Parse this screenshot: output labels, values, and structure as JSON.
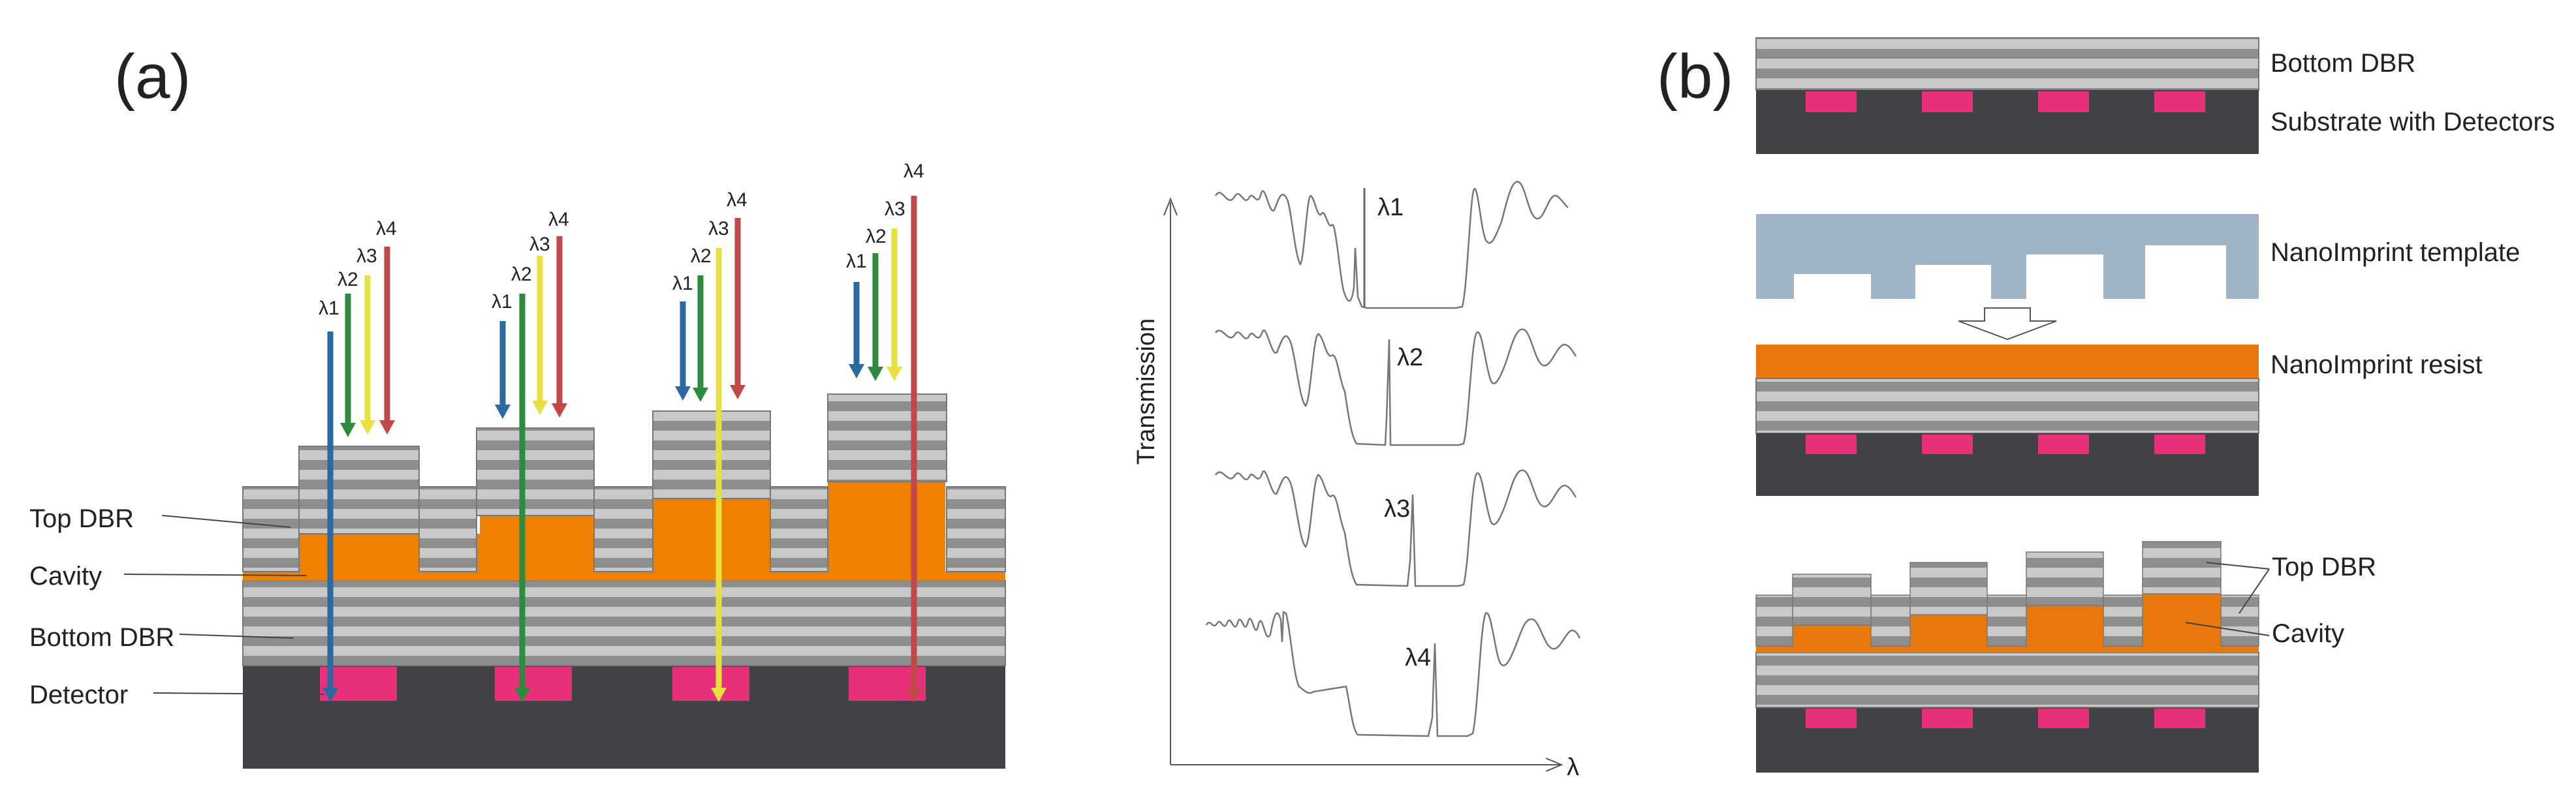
{
  "panel_a": {
    "label": "(a)",
    "callouts": [
      "Top DBR",
      "Cavity",
      "Bottom DBR",
      "Detector"
    ],
    "wavelengths": [
      "λ1",
      "λ2",
      "λ3",
      "λ4"
    ],
    "plot": {
      "y_axis_label": "Transmission",
      "x_axis_label": "λ",
      "peak_labels": [
        "λ1",
        "λ2",
        "λ3",
        "λ4"
      ]
    }
  },
  "panel_b": {
    "label": "(b)",
    "step1_labels": [
      "Bottom DBR",
      "Substrate with Detectors"
    ],
    "template_label": "NanoImprint template",
    "resist_label": "NanoImprint resist",
    "final_labels": [
      "Top DBR",
      "Cavity"
    ]
  },
  "colors": {
    "dbr_light": "#c8c8c8",
    "dbr_dark": "#8c8c8c",
    "cavity": "#f08000",
    "substrate": "#404245",
    "detector": "#e8307a",
    "template": "#9fb4c6",
    "arrow_blue": "#2a6aa0",
    "arrow_green": "#2e8a3e",
    "arrow_yellow": "#e8e040",
    "arrow_red": "#c04848"
  }
}
